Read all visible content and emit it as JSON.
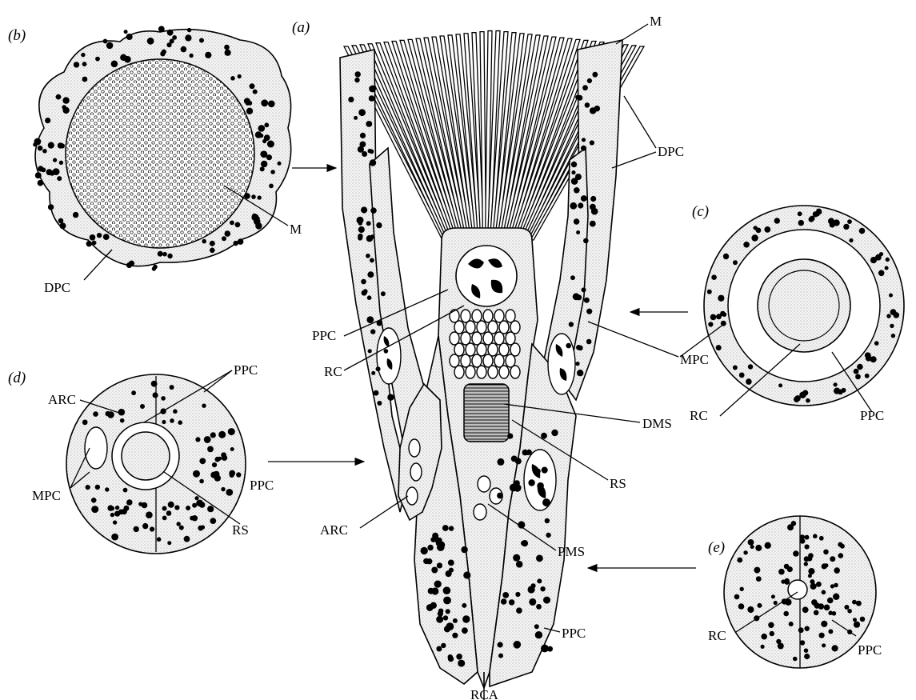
{
  "figure": {
    "panels": {
      "a": "(a)",
      "b": "(b)",
      "c": "(c)",
      "d": "(d)",
      "e": "(e)"
    },
    "labels": {
      "a_M": "M",
      "a_DPC": "DPC",
      "a_PPC": "PPC",
      "a_RC": "RC",
      "a_MPC": "MPC",
      "a_DMS": "DMS",
      "a_RS": "RS",
      "a_ARC": "ARC",
      "a_PMS": "PMS",
      "a_PPC_bottom": "PPC",
      "a_RCA": "RCA",
      "b_M": "M",
      "b_DPC": "DPC",
      "c_RC": "RC",
      "c_PPC": "PPC",
      "d_PPC": "PPC",
      "d_ARC": "ARC",
      "d_MPC": "MPC",
      "d_RS": "RS",
      "d_PPC_side": "PPC",
      "e_RC": "RC",
      "e_PPC": "PPC"
    }
  }
}
